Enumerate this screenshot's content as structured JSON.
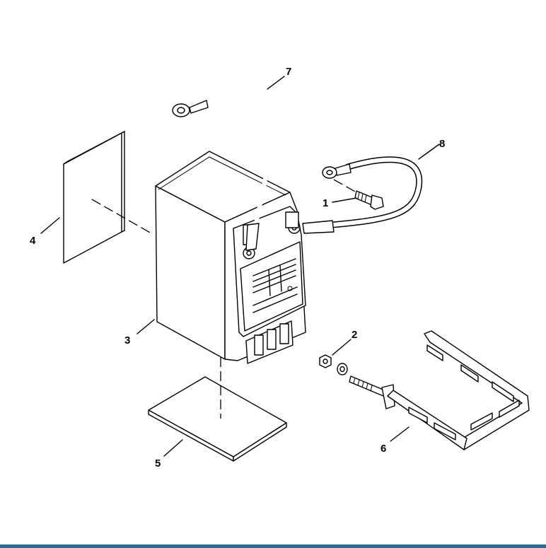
{
  "callouts": {
    "c1": "1",
    "c2": "2",
    "c3": "3",
    "c4": "4",
    "c5": "5",
    "c6": "6",
    "c7": "7",
    "c8": "8"
  },
  "colors": {
    "line": "#000000",
    "background": "#ffffff",
    "footer_bar": "#2f6e8c"
  }
}
